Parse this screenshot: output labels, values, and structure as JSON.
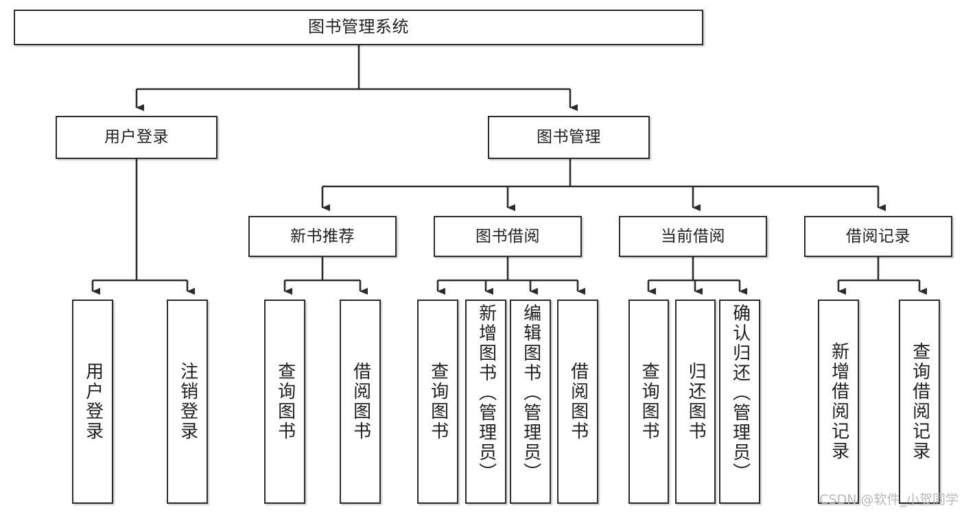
{
  "diagram": {
    "type": "tree",
    "title": "图书管理系统",
    "root": {
      "id": "root",
      "label": "图书管理系统"
    },
    "level2": [
      {
        "id": "user-login",
        "label": "用户登录"
      },
      {
        "id": "book-manage",
        "label": "图书管理"
      }
    ],
    "level3": [
      {
        "id": "new-book-rec",
        "label": "新书推荐"
      },
      {
        "id": "book-borrow",
        "label": "图书借阅"
      },
      {
        "id": "current-borrow",
        "label": "当前借阅"
      },
      {
        "id": "borrow-record",
        "label": "借阅记录"
      }
    ],
    "leaves": [
      {
        "id": "leaf-user-login",
        "label": "用户登录",
        "parent": "user-login"
      },
      {
        "id": "leaf-user-logout",
        "label": "注销登录",
        "parent": "user-login"
      },
      {
        "id": "leaf-query-book-1",
        "label": "查询图书",
        "parent": "new-book-rec"
      },
      {
        "id": "leaf-borrow-book-1",
        "label": "借阅图书",
        "parent": "new-book-rec"
      },
      {
        "id": "leaf-query-book-2",
        "label": "查询图书",
        "parent": "book-borrow"
      },
      {
        "id": "leaf-add-book",
        "label": "新增图书（管理员）",
        "parent": "book-borrow"
      },
      {
        "id": "leaf-edit-book",
        "label": "编辑图书（管理员）",
        "parent": "book-borrow"
      },
      {
        "id": "leaf-borrow-book-2",
        "label": "借阅图书",
        "parent": "book-borrow"
      },
      {
        "id": "leaf-query-book-3",
        "label": "查询图书",
        "parent": "current-borrow"
      },
      {
        "id": "leaf-return-book",
        "label": "归还图书",
        "parent": "current-borrow"
      },
      {
        "id": "leaf-confirm-return",
        "label": "确认归还（管理员）",
        "parent": "current-borrow"
      },
      {
        "id": "leaf-add-record",
        "label": "新增借阅记录",
        "parent": "borrow-record"
      },
      {
        "id": "leaf-query-record",
        "label": "查询借阅记录",
        "parent": "borrow-record"
      }
    ]
  },
  "watermark": {
    "text": "CSDN @软件_小贺同学"
  },
  "colors": {
    "background": "#ffffff",
    "box_border": "#2b2b2b",
    "text": "#1f1f1f",
    "connector": "#2b2b2b",
    "watermark": "#b9b9b9"
  }
}
